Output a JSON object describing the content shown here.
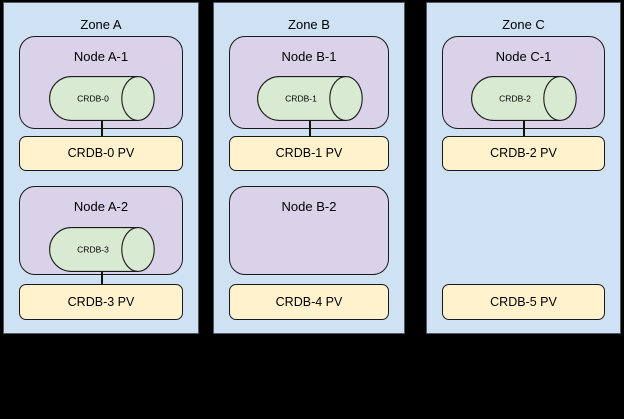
{
  "diagram": {
    "description": "CockroachDB zone / node / persistent-volume topology diagram",
    "background": "#000000",
    "colors": {
      "zone_fill": "#cfe2f3",
      "zone_border": "#4d5a66",
      "node_fill": "#d9d2e9",
      "pod_fill": "#d9ead3",
      "pv_fill": "#fff2cc",
      "shape_border": "#1a1a1a",
      "text": "#000000"
    },
    "zones": [
      {
        "label": "Zone A",
        "nodes": [
          {
            "label": "Node A-1",
            "pod": "CRDB-0"
          },
          {
            "label": "Node A-2",
            "pod": "CRDB-3"
          }
        ],
        "pvs": [
          "CRDB-0 PV",
          "CRDB-3 PV"
        ]
      },
      {
        "label": "Zone B",
        "nodes": [
          {
            "label": "Node B-1",
            "pod": "CRDB-1"
          },
          {
            "label": "Node B-2"
          }
        ],
        "pvs": [
          "CRDB-1 PV",
          "CRDB-4 PV"
        ]
      },
      {
        "label": "Zone C",
        "nodes": [
          {
            "label": "Node C-1",
            "pod": "CRDB-2"
          }
        ],
        "pvs": [
          "CRDB-2 PV",
          "CRDB-5 PV"
        ]
      }
    ]
  }
}
